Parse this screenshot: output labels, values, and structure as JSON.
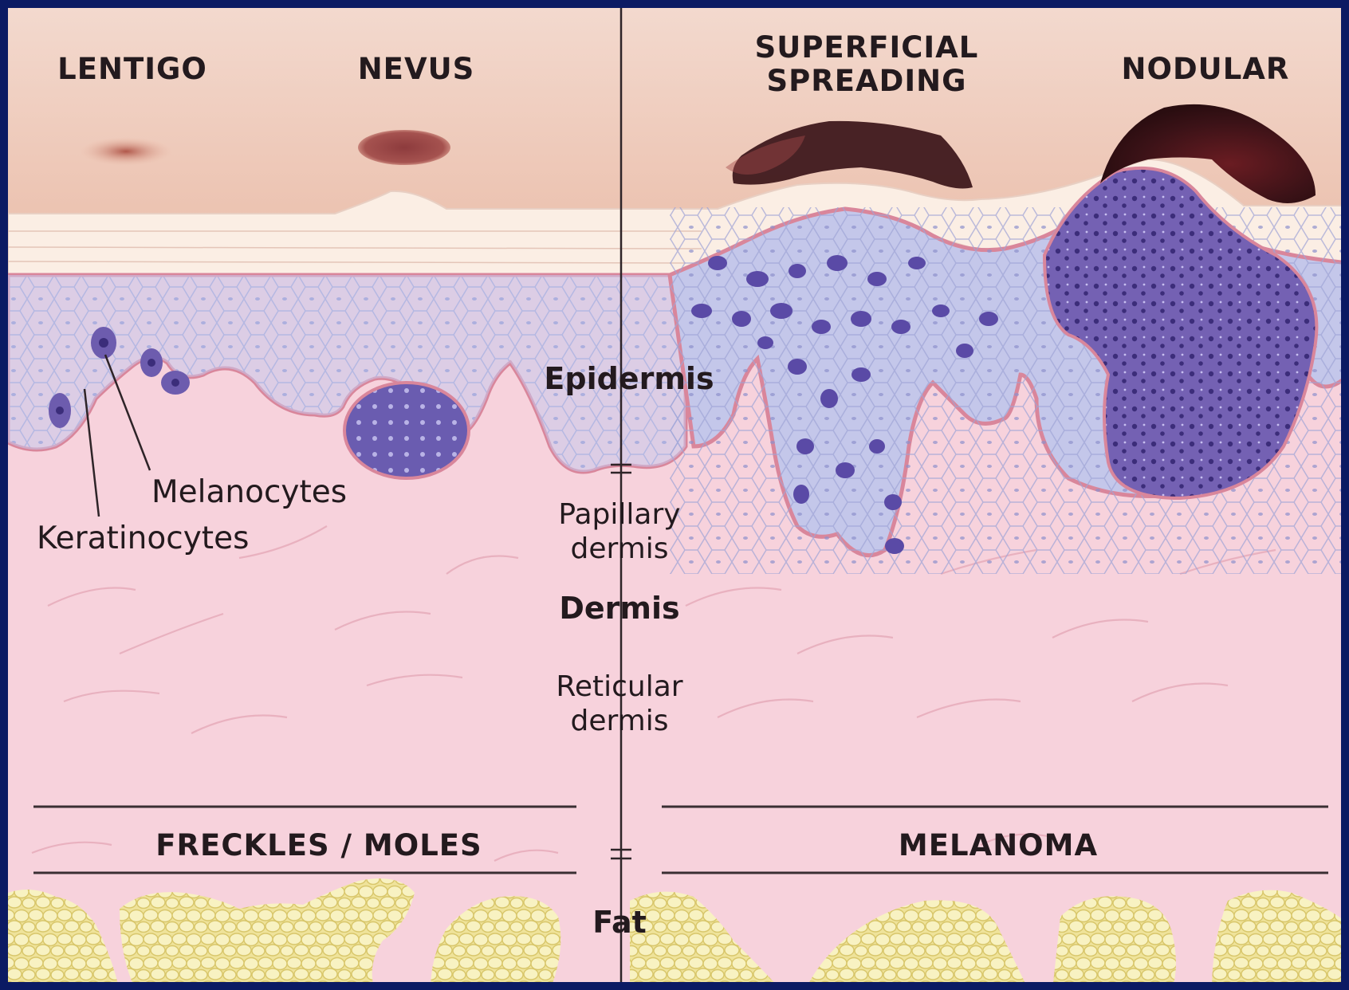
{
  "columns": {
    "lentigo": "LENTIGO",
    "nevus": "NEVUS",
    "superficial_line1": "SUPERFICIAL",
    "superficial_line2": "SPREADING",
    "nodular": "NODULAR"
  },
  "cells": {
    "melanocytes": "Melanocytes",
    "keratinocytes": "Keratinocytes"
  },
  "layers": {
    "epidermis": "Epidermis",
    "papillary_line1": "Papillary",
    "papillary_line2": "dermis",
    "dermis": "Dermis",
    "reticular_line1": "Reticular",
    "reticular_line2": "dermis",
    "fat": "Fat"
  },
  "groups": {
    "left": "FRECKLES / MOLES",
    "right": "MELANOMA"
  },
  "colors": {
    "frame": "#0b1a63",
    "skin_surface": "#f2d0bf",
    "stratum_corneum": "#fbeee4",
    "epidermis": "#c4c7ea",
    "dermis": "#f7d2dc",
    "fat": "#f4eca2",
    "melanoma_cells": "#7b63b4",
    "lesion_dark": "#3a1418"
  }
}
